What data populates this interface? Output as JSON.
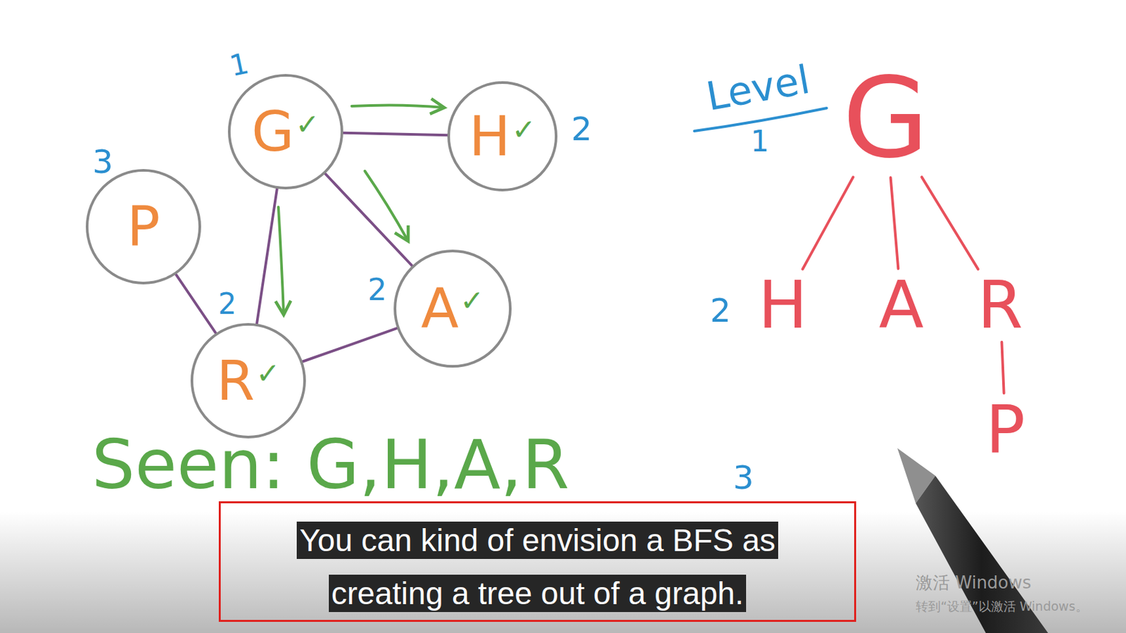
{
  "diagram": {
    "caption": "You can kind of envision a BFS as creating a tree out of a graph.",
    "nodes": [
      {
        "text": [
          "G",
          "✓"
        ]
      },
      {
        "text": [
          "H",
          "✓"
        ]
      },
      {
        "text": [
          "P"
        ]
      },
      {
        "text": [
          "R",
          "✓"
        ]
      },
      {
        "text": [
          "A",
          "✓"
        ]
      },
      {
        "text": [
          "G"
        ]
      },
      {
        "text": [
          "H"
        ]
      },
      {
        "text": [
          "A"
        ]
      },
      {
        "text": [
          "R"
        ]
      },
      {
        "text": [
          "P"
        ]
      }
    ],
    "edges": [
      {
        "from": 0,
        "to": 1,
        "arrow": "none"
      },
      {
        "from": 0,
        "to": 3,
        "arrow": "none"
      },
      {
        "from": 0,
        "to": 4,
        "arrow": "none"
      },
      {
        "from": 2,
        "to": 3,
        "arrow": "none"
      },
      {
        "from": 3,
        "to": 4,
        "arrow": "none"
      },
      {
        "from": 5,
        "to": 6,
        "arrow": "none"
      },
      {
        "from": 5,
        "to": 7,
        "arrow": "none"
      },
      {
        "from": 5,
        "to": 8,
        "arrow": "none"
      },
      {
        "from": 8,
        "to": 9,
        "arrow": "none"
      }
    ],
    "labels": [
      "1",
      "2",
      "3",
      "2",
      "2",
      "Level",
      "1",
      "2",
      "3",
      "Seen: G,H,A,R",
      "激活 Windows",
      "转到“设置”以激活 Windows。"
    ]
  }
}
